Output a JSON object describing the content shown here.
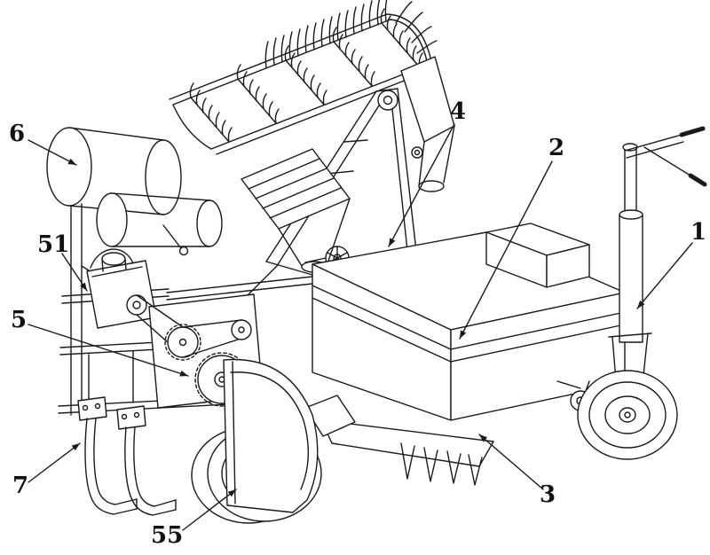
{
  "figure": {
    "type": "technical-line-drawing",
    "subject": "agricultural harvesting machine patent figure",
    "background": "#ffffff",
    "line_color": "#1a1a1a",
    "label_color": "#111111"
  },
  "labels": [
    {
      "text": "6",
      "part": "roller-drums"
    },
    {
      "text": "51",
      "part": "left-frame-engine-mount"
    },
    {
      "text": "5",
      "part": "gear-transmission"
    },
    {
      "text": "7",
      "part": "soil-loosening-shanks"
    },
    {
      "text": "55",
      "part": "front-wheel-fender"
    },
    {
      "text": "4",
      "part": "elevator-mast"
    },
    {
      "text": "2",
      "part": "machine-body-frame"
    },
    {
      "text": "1",
      "part": "rear-steering-wheel-assembly"
    },
    {
      "text": "3",
      "part": "digging-device"
    }
  ]
}
